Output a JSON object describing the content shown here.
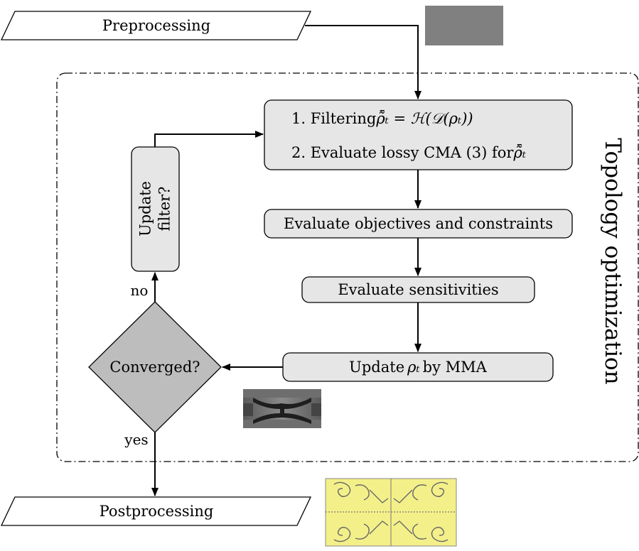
{
  "preprocessing": {
    "label": "Preprocessing"
  },
  "postprocessing": {
    "label": "Postprocessing"
  },
  "group": {
    "label": "Topology optimization"
  },
  "steps": {
    "filter_step": {
      "line1_prefix": "1.  Filtering ",
      "line1_math": "ρ̃̄ₜ = ℋ(𝒟(ρₜ))",
      "line2_prefix": "2.  Evaluate lossy CMA (3) for ",
      "line2_math": "ρ̃̄ₜ"
    },
    "objectives": {
      "label": "Evaluate objectives and constraints"
    },
    "sensitivities": {
      "label": "Evaluate sensitivities"
    },
    "update": {
      "prefix": "Update ",
      "math": "ρₜ",
      "suffix": " by MMA"
    },
    "update_filter": {
      "line1": "Update",
      "line2": "filter?"
    },
    "converged": {
      "label": "Converged?"
    }
  },
  "edges": {
    "no": "no",
    "yes": "yes"
  },
  "colors": {
    "box_fill": "#e6e6e6",
    "diamond_fill": "#bdbdbd",
    "preview_gray": "#808080",
    "result_yellow": "#f3f08a"
  }
}
